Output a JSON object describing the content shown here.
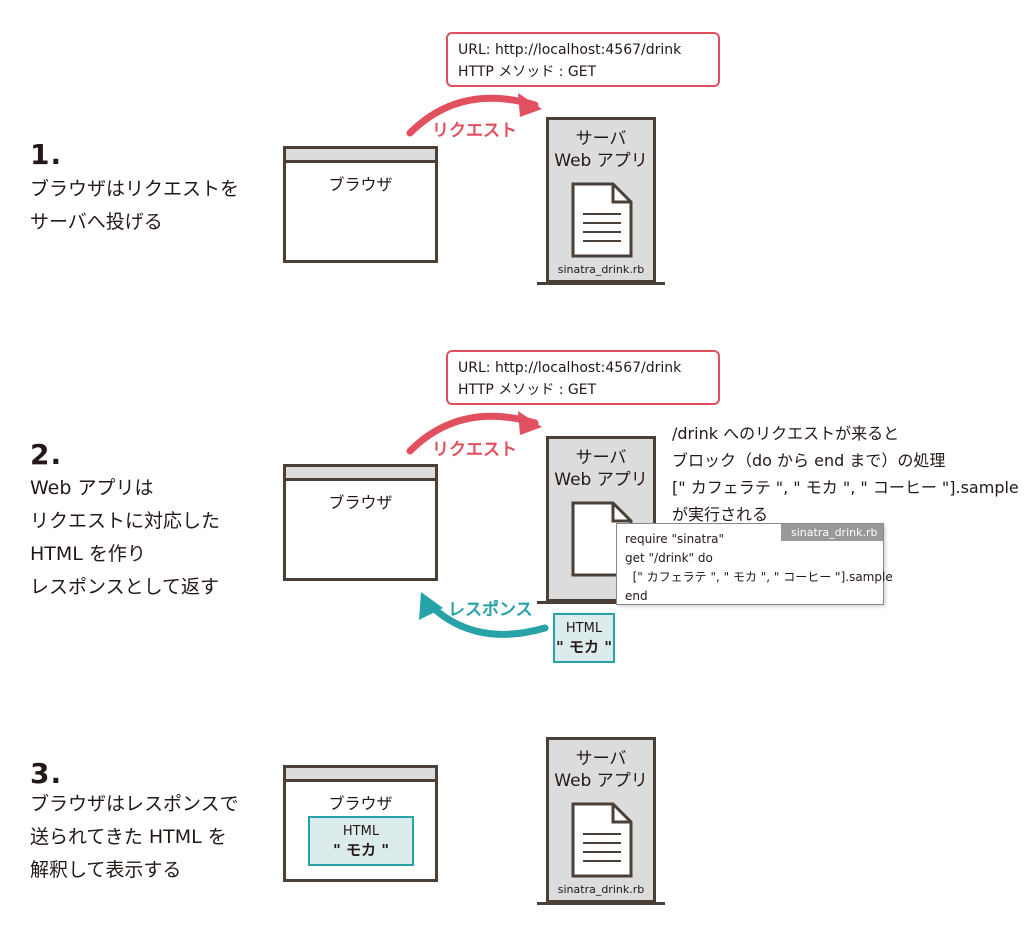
{
  "steps": [
    {
      "number": "1.",
      "lines": [
        "ブラウザはリクエストを",
        "サーバへ投げる"
      ]
    },
    {
      "number": "2.",
      "lines": [
        "Web アプリは",
        "リクエストに対応した",
        "HTML を作り",
        "レスポンスとして返す"
      ]
    },
    {
      "number": "3.",
      "lines": [
        "ブラウザはレスポンスで",
        "送られてきた HTML を",
        "解釈して表示する"
      ]
    }
  ],
  "browser_label": "ブラウザ",
  "server": {
    "line1": "サーバ",
    "line2": "Web アプリ",
    "filename": "sinatra_drink.rb"
  },
  "request": {
    "url_line": "URL: http://localhost:4567/drink",
    "method_line": "HTTP メソッド : GET",
    "label": "リクエスト"
  },
  "response": {
    "label": "レスポンス",
    "html_title": "HTML",
    "html_content": "\" モカ \""
  },
  "description": [
    "/drink へのリクエストが来ると",
    "ブロック（do から end まで）の処理",
    "[\" カフェラテ \", \" モカ \", \" コーヒー \"].sample",
    "が実行される"
  ],
  "code": {
    "filename": "sinatra_drink.rb",
    "lines": [
      "require \"sinatra\"",
      "get \"/drink\" do",
      "  [\" カフェラテ \", \" モカ \", \" コーヒー \"].sample",
      "end"
    ]
  },
  "colors": {
    "request": "#e0505e",
    "response": "#27a3a7",
    "outline": "#4a4038",
    "server_fill": "#dcdcdc",
    "html_fill": "#dcecec"
  }
}
